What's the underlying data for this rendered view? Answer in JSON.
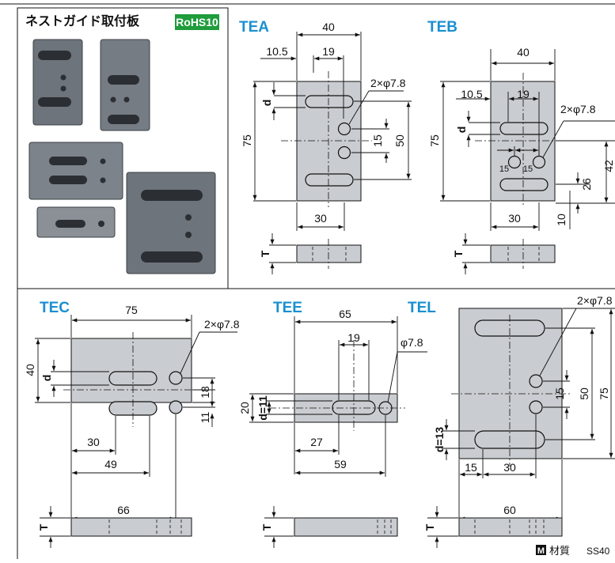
{
  "product": {
    "name": "ネストガイド取付板",
    "rohs_badge": "RoHS10"
  },
  "colors": {
    "accent": "#1a8fd0",
    "rohs_green": "#1f9c3c",
    "part_fill": "#c9ccd0"
  },
  "drawings": {
    "tea": {
      "title": "TEA",
      "dims": [
        "40",
        "10.5",
        "19",
        "2×φ7.8",
        "d",
        "75",
        "15",
        "50",
        "30",
        "T"
      ]
    },
    "teb": {
      "title": "TEB",
      "dims": [
        "40",
        "10.5",
        "19",
        "2×φ7.8",
        "d",
        "75",
        "15",
        "15",
        "26",
        "42",
        "10",
        "30",
        "T"
      ]
    },
    "tec": {
      "title": "TEC",
      "dims": [
        "75",
        "2×φ7.8",
        "d",
        "40",
        "18",
        "11",
        "30",
        "49",
        "66",
        "T"
      ]
    },
    "tee": {
      "title": "TEE",
      "dims": [
        "65",
        "19",
        "φ7.8",
        "20",
        "d=11",
        "27",
        "59",
        "T"
      ]
    },
    "tel": {
      "title": "TEL",
      "dims": [
        "2×φ7.8",
        "15",
        "50",
        "75",
        "d=13",
        "15",
        "30",
        "60",
        "T"
      ]
    }
  },
  "footer": {
    "material_icon": "M",
    "material_label": "材質",
    "material_value": "SS40"
  }
}
